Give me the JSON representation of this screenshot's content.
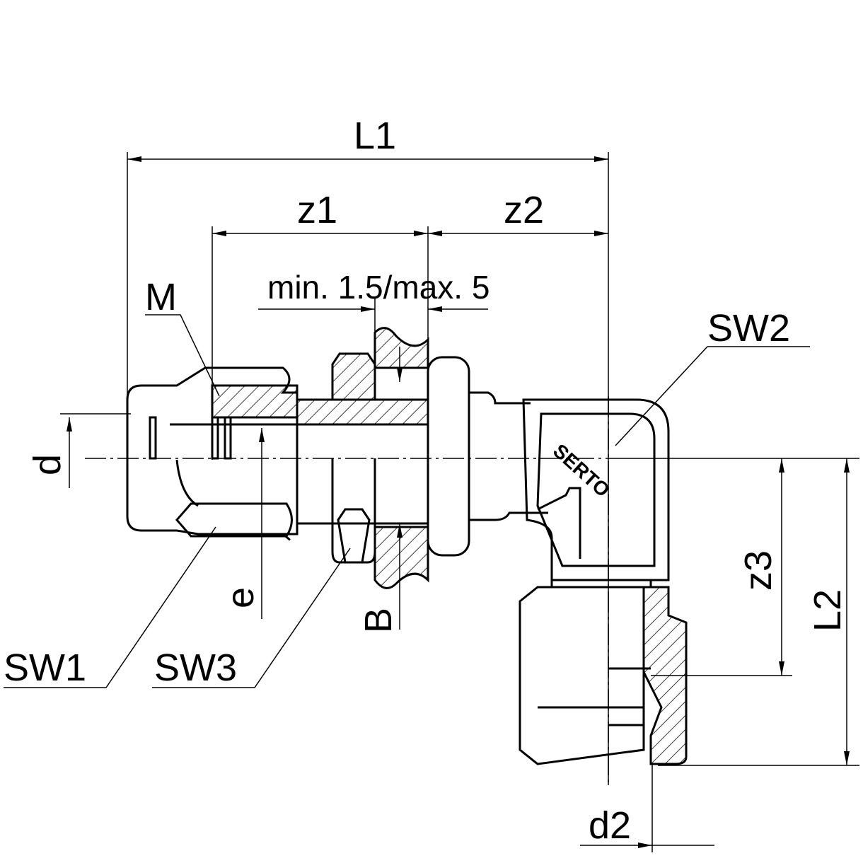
{
  "dimensions": {
    "L1": "L1",
    "z1": "z1",
    "z2": "z2",
    "M": "M",
    "panel": "min. 1.5/max. 5",
    "SW2": "SW2",
    "d": "d",
    "e": "e",
    "B": "B",
    "SW1": "SW1",
    "SW3": "SW3",
    "z3": "z3",
    "L2": "L2",
    "d2": "d2"
  },
  "logo": "SERTO"
}
